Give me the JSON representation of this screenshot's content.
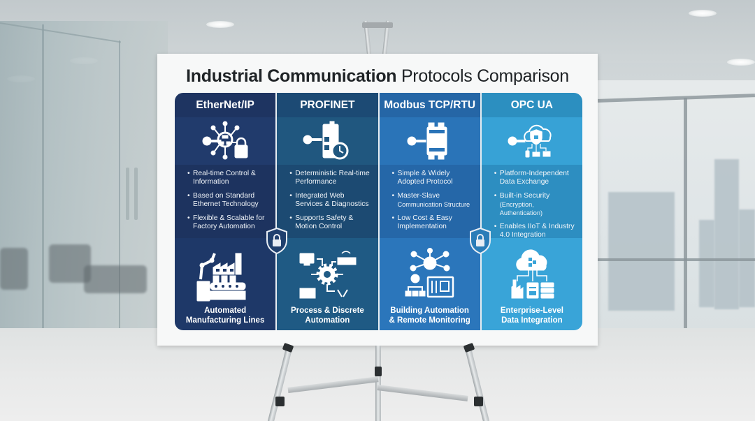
{
  "poster": {
    "title_bold": "Industrial Communication",
    "title_regular": "Protocols Comparison",
    "columns": [
      {
        "name": "EtherNet/IP",
        "header_color": "#1e3461",
        "icon_bg": "#213b6c",
        "body_bg": "#1d335f",
        "bottom_bg": "#1e3868",
        "top_icon": "network-key-lock-icon",
        "bullets": [
          {
            "line1": "Real-time Control &",
            "line2": "Information"
          },
          {
            "line1": "Based on Standard",
            "line2": "Ethernet Technology"
          },
          {
            "line1": "Flexible & Scalable for",
            "line2": "Factory Automation"
          }
        ],
        "bottom_icon": "robot-factory-conveyor-icon",
        "bottom_label_line1": "Automated",
        "bottom_label_line2": "Manufacturing Lines"
      },
      {
        "name": "PROFINET",
        "header_color": "#1c4a74",
        "icon_bg": "#20577f",
        "body_bg": "#1c4a72",
        "bottom_bg": "#1f5a84",
        "top_icon": "device-key-clock-icon",
        "bullets": [
          {
            "line1": "Deterministic Real-time",
            "line2": "Performance"
          },
          {
            "line1": "Integrated Web",
            "line2": "Services & Diagnostics"
          },
          {
            "line1": "Supports Safety &",
            "line2": "Motion Control"
          }
        ],
        "bottom_icon": "gear-process-flow-icon",
        "bottom_label_line1": "Process & Discrete",
        "bottom_label_line2": "Automation"
      },
      {
        "name": "Modbus TCP/RTU",
        "header_color": "#2566a6",
        "icon_bg": "#2a74b8",
        "body_bg": "#2567a8",
        "bottom_bg": "#2b76bb",
        "top_icon": "key-rail-module-icon",
        "bullets": [
          {
            "line1": "Simple & Widely",
            "line2": "Adopted Protocol"
          },
          {
            "line1": "Master-Slave",
            "line2": "Communication Structure",
            "small": true
          },
          {
            "line1": "Low Cost & Easy",
            "line2": "Implementation"
          }
        ],
        "bottom_icon": "building-network-panel-icon",
        "bottom_label_line1": "Building Automation",
        "bottom_label_line2": "& Remote Monitoring"
      },
      {
        "name": "OPC UA",
        "header_color": "#2c8fc0",
        "icon_bg": "#37a2d6",
        "body_bg": "#2d8ec1",
        "bottom_bg": "#39a4d8",
        "top_icon": "cloud-shield-devices-icon",
        "bullets": [
          {
            "line1": "Platform-Independent",
            "line2": "Data Exchange"
          },
          {
            "line1": "Built-in Security",
            "line2": "(Encryption, Authentication)",
            "small": true
          },
          {
            "line1": "Enables IIoT & Industry",
            "line2": "4.0 Integration"
          }
        ],
        "bottom_icon": "cloud-enterprise-data-icon",
        "bottom_label_line1": "Enterprise-Level",
        "bottom_label_line2": "Data Integration"
      }
    ],
    "shield_icons": [
      "shield-lock-icon",
      "shield-lock-icon"
    ]
  }
}
